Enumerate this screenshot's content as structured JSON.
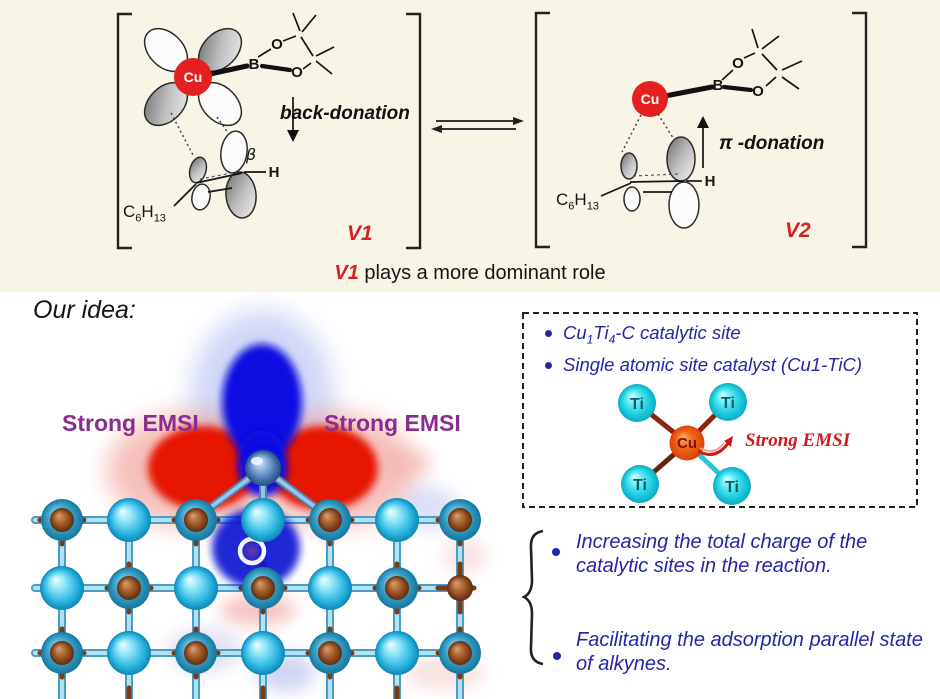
{
  "top_panel": {
    "state_v1": {
      "label": "V1",
      "process_label": "back-donation"
    },
    "state_v2": {
      "label": "V2",
      "process_label": "π -donation"
    },
    "caption": {
      "highlight": "V1",
      "rest": " plays a more dominant role"
    },
    "hexyl": {
      "p1": "C",
      "s1": "6",
      "p2": "H",
      "s2": "13"
    },
    "beta_label": "β",
    "h_label": "H"
  },
  "atom_labels": {
    "cu": "Cu",
    "b": "B",
    "o": "O",
    "ti": "Ti"
  },
  "bottom_panel": {
    "heading": "Our idea:",
    "emsi_left": "Strong EMSI",
    "emsi_right": "Strong EMSI",
    "info_box": {
      "bullet1": {
        "p1": "Cu",
        "s1": "1",
        "p2": "Ti",
        "s2": "4",
        "p3": "-C catalytic site"
      },
      "bullet2": "Single atomic site catalyst (Cu1-TiC)",
      "cluster_emsi": "Strong EMSI"
    },
    "benefits": [
      "Increasing the total charge of the catalytic sites in the reaction.",
      "Facilitating the adsorption parallel state of alkynes."
    ]
  },
  "colors": {
    "top_background": "#f8f5e7",
    "accent_red": "#d42222",
    "emsi_purple": "#8b2d8f",
    "text_blue": "#2326a6",
    "ti_cyan": "#2fc1e6",
    "carbon_brown": "#8a4a22",
    "cu_orange": "#e8480e",
    "density_blue": "#0a10e2",
    "density_red": "#e61404"
  }
}
